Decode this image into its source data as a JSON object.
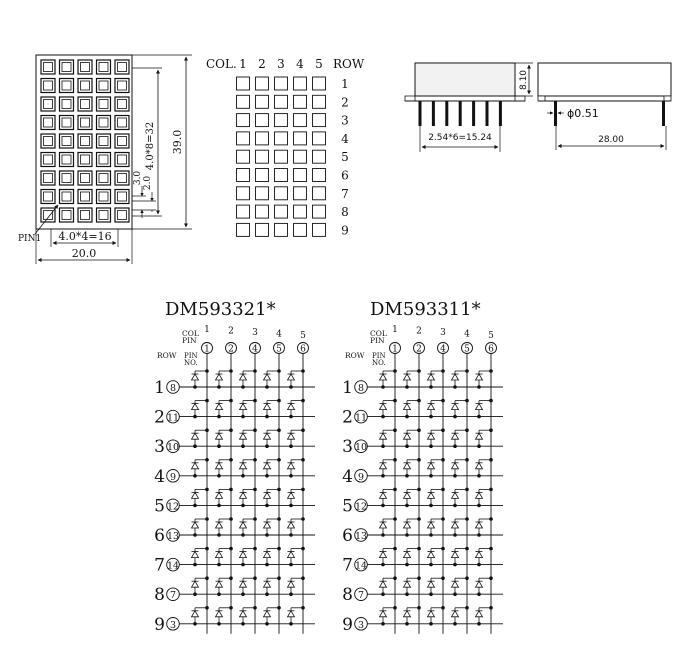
{
  "front_view": {
    "pin1_label": "PIN1",
    "dim_height": "39.0",
    "dim_row_span": "4.0*8=32",
    "dim_dot_pitch": "3.0",
    "dim_dot_size": "2.0",
    "dim_col_span": "4.0*4=16",
    "dim_width": "20.0"
  },
  "dot_grid": {
    "col_header": "COL.",
    "row_header": "ROW",
    "cols": [
      "1",
      "2",
      "3",
      "4",
      "5"
    ],
    "rows": [
      "1",
      "2",
      "3",
      "4",
      "5",
      "6",
      "7",
      "8",
      "9"
    ]
  },
  "side_view": {
    "dim_height": "8.10",
    "dim_pitch": "2.54*6=15.24",
    "dim_pin_dia": "ϕ0.51",
    "dim_length": "28.00"
  },
  "schematics": [
    {
      "title": "DM593321*",
      "col_label": "COL",
      "pin_label": "PIN",
      "row_label": "ROW",
      "pin_no_label1": "PIN",
      "pin_no_label2": "NO.",
      "col_numbers": [
        "1",
        "2",
        "3",
        "4",
        "5"
      ],
      "col_pins": [
        "1",
        "2",
        "4",
        "5",
        "6"
      ],
      "row_numbers": [
        "1",
        "2",
        "3",
        "4",
        "5",
        "6",
        "7",
        "8",
        "9"
      ],
      "row_pins": [
        "8",
        "11",
        "10",
        "9",
        "12",
        "13",
        "14",
        "7",
        "3"
      ]
    },
    {
      "title": "DM593311*",
      "col_label": "COL",
      "pin_label": "PIN",
      "row_label": "ROW",
      "pin_no_label1": "PIN",
      "pin_no_label2": "NO.",
      "col_numbers": [
        "1",
        "2",
        "3",
        "4",
        "5"
      ],
      "col_pins": [
        "1",
        "2",
        "4",
        "5",
        "6"
      ],
      "row_numbers": [
        "1",
        "2",
        "3",
        "4",
        "5",
        "6",
        "7",
        "8",
        "9"
      ],
      "row_pins": [
        "8",
        "11",
        "10",
        "9",
        "12",
        "13",
        "14",
        "7",
        "3"
      ]
    }
  ]
}
